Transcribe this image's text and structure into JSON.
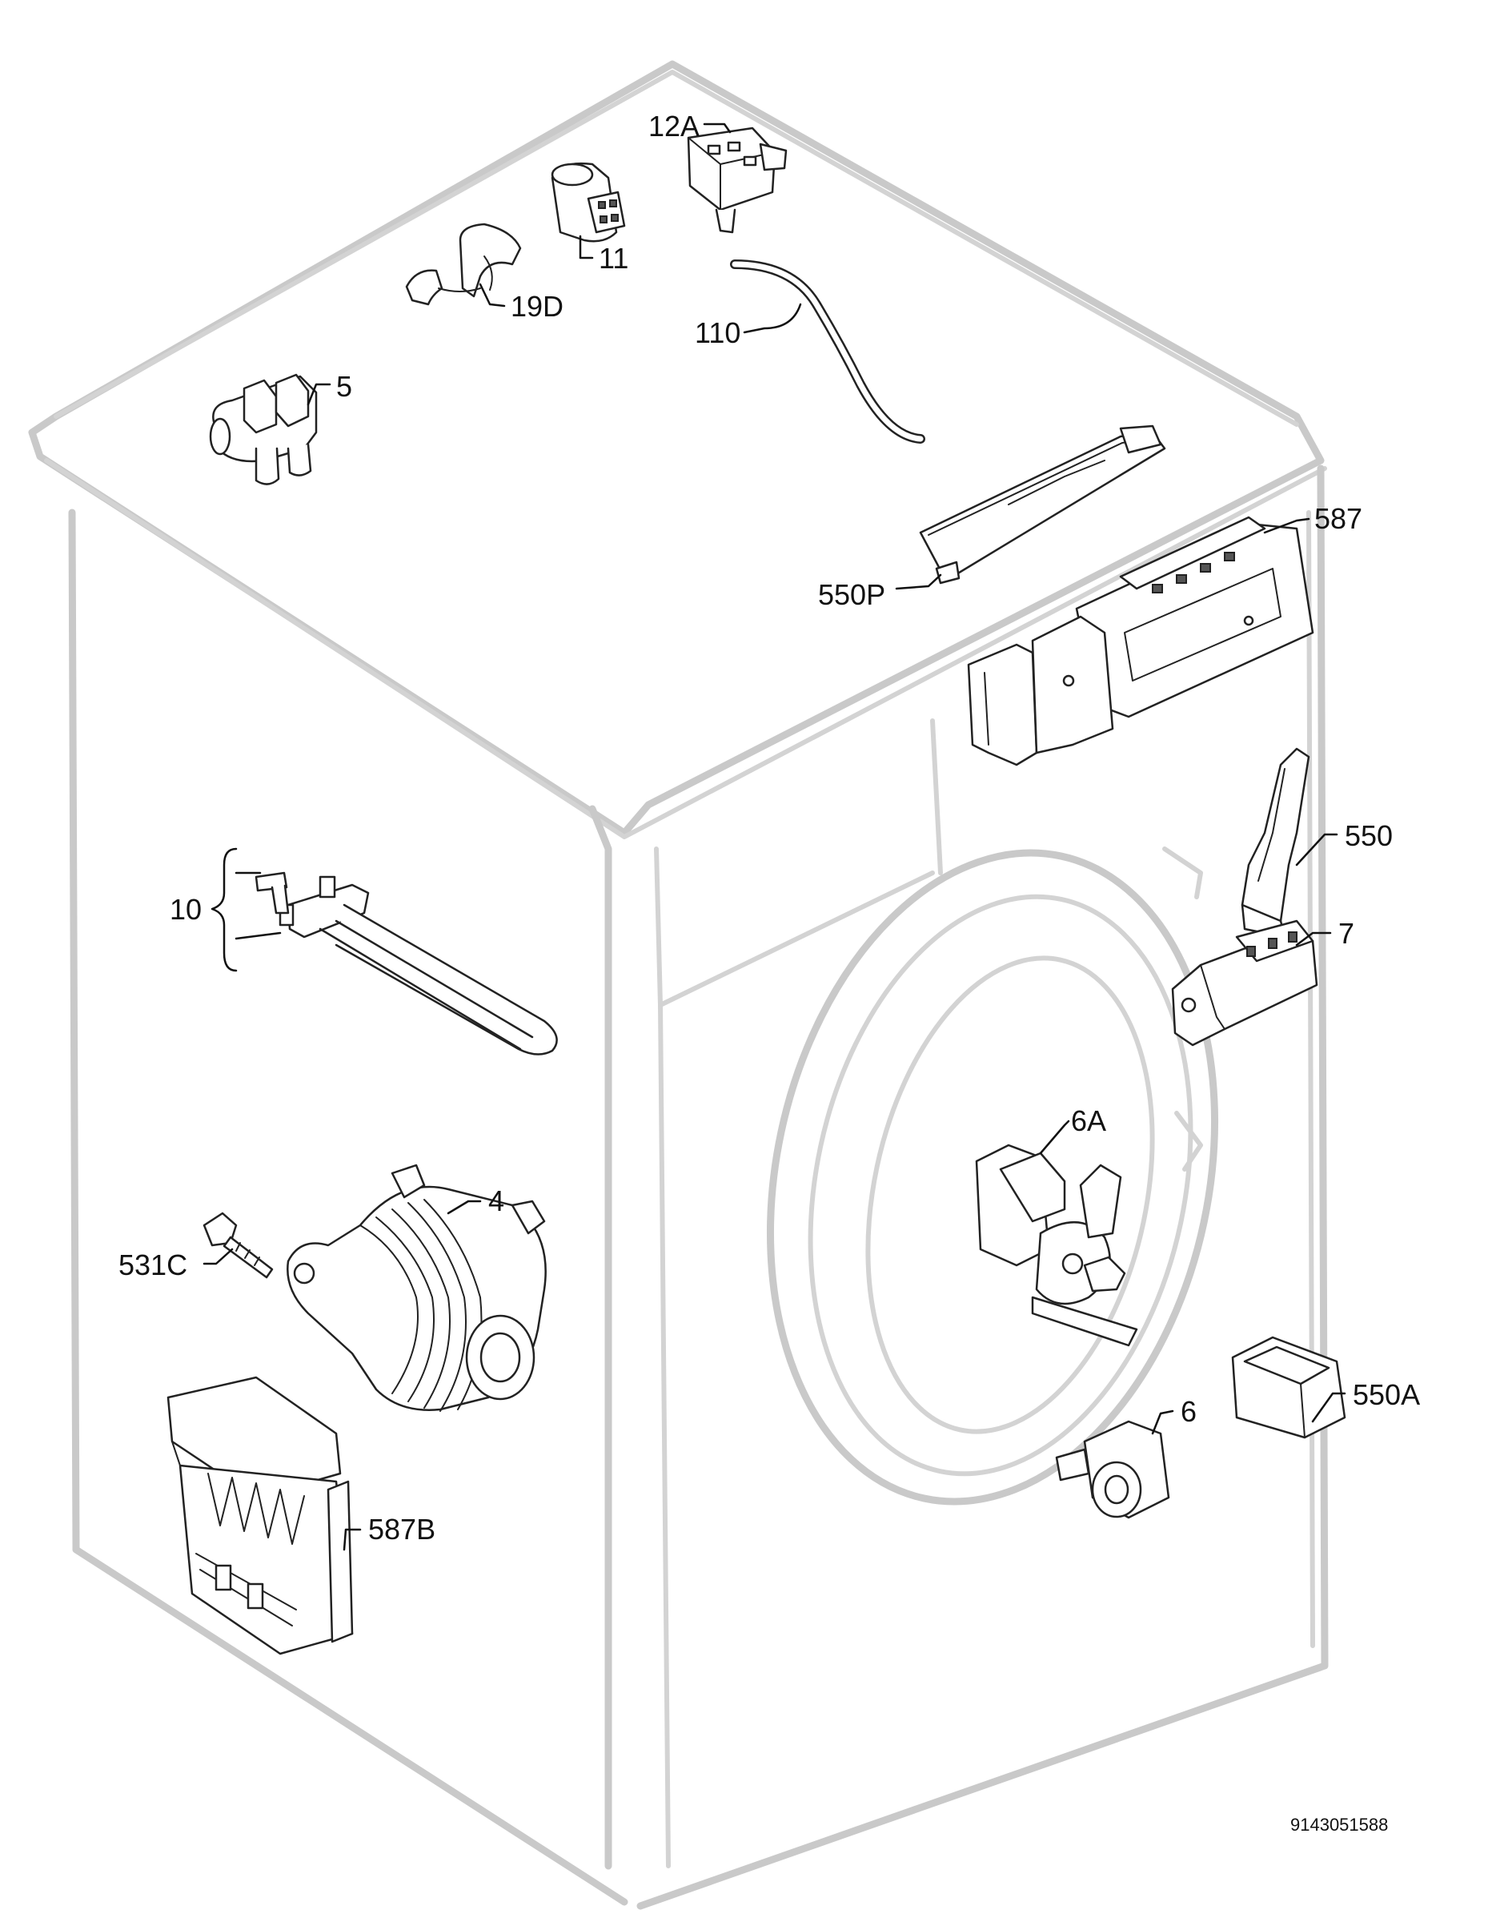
{
  "diagram": {
    "labels": {
      "p12a": "12A",
      "p11": "11",
      "p19d": "19D",
      "p110": "110",
      "p5": "5",
      "p587": "587",
      "p550p": "550P",
      "p550": "550",
      "p7": "7",
      "p10": "10",
      "p6a": "6A",
      "p4": "4",
      "p531c": "531C",
      "p550a": "550A",
      "p6": "6",
      "p587b": "587B"
    },
    "drawing_number": "9143051588"
  }
}
